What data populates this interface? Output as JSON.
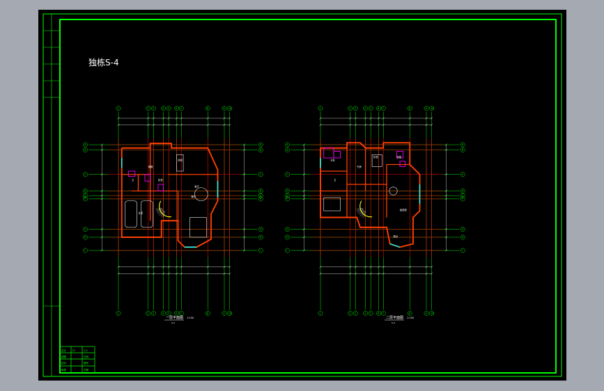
{
  "drawing": {
    "title": "独栋S-4",
    "plans": [
      {
        "label": "一层平面图",
        "scale": "1:100",
        "sub": "S-4"
      },
      {
        "label": "二层平面图",
        "scale": "1:100",
        "sub": "S-4"
      }
    ],
    "plan1_rooms": [
      "客厅",
      "餐厅",
      "车库",
      "厨房",
      "卧室",
      "卫",
      "储藏"
    ],
    "plan2_rooms": [
      "主卧",
      "卧室",
      "卫",
      "书房",
      "露台",
      "起居室",
      "衣帽"
    ],
    "titleblock": {
      "rows": [
        {
          "a": "设计",
          "b": "01",
          "c": "S-4"
        },
        {
          "a": "制图",
          "b": "",
          "c": "比例"
        },
        {
          "a": "校对",
          "b": "",
          "c": "图号"
        },
        {
          "a": "审核",
          "b": "",
          "c": "日期"
        }
      ]
    }
  },
  "colors": {
    "background": "#a5a9b2",
    "sheet": "#000000",
    "frame": "#00ff00",
    "wall": "#ff2020",
    "grid": "#ff0000",
    "furniture": "#ffffff",
    "highlight": "#ff00ff",
    "window": "#00ffff",
    "stair": "#ffff00"
  }
}
